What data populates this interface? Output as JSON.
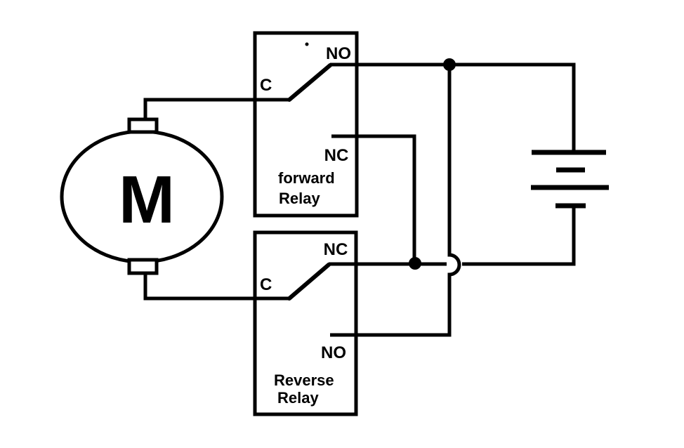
{
  "colors": {
    "background": "#ffffff",
    "line": "#000000"
  },
  "motor": {
    "label": "M"
  },
  "forward_relay": {
    "name_line1": "forward",
    "name_line2": "Relay",
    "common_label": "C",
    "normally_open_label": "NO",
    "normally_closed_label": "NC"
  },
  "reverse_relay": {
    "name_line1": "Reverse",
    "name_line2": "Relay",
    "common_label": "C",
    "normally_open_label": "NO",
    "normally_closed_label": "NC"
  }
}
